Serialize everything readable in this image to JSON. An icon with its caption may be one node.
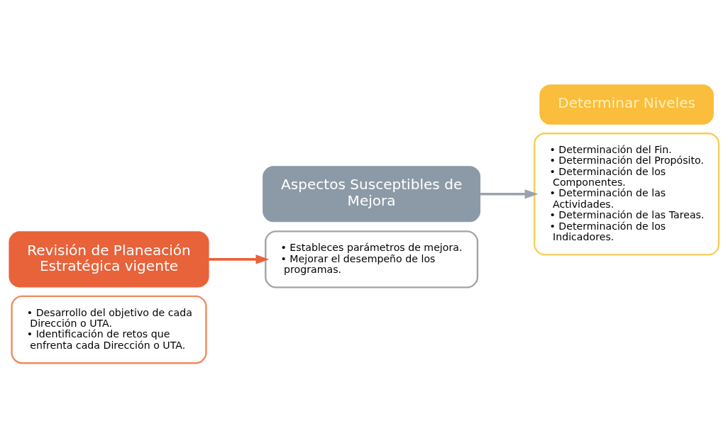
{
  "diagram": {
    "nodes": [
      {
        "text": [
          "• Desarrollo del objetivo de cada Dirección o UTA.",
          "• Identificación de retos que enfrenta cada Dirección o UTA."
        ]
      },
      {
        "text": [
          "Revisión de Planeación Estratégica vigente"
        ]
      },
      {
        "text": [
          "Aspectos Susceptibles de Mejora"
        ]
      },
      {
        "text": [
          "• Estableces parámetros de mejora.",
          "• Mejorar el desempeño de los programas."
        ]
      },
      {
        "text": [
          "• Determinación del Fin.",
          "• Determinación del Propósito.",
          "• Determinación de los Componentes.",
          "• Determinación de las Actividades.",
          "• Determinación de las Tareas.",
          "• Determinación de los Indicadores."
        ]
      },
      {
        "text": [
          "Determinar Niveles"
        ]
      }
    ],
    "edges": [
      {
        "from": 1,
        "to": 3,
        "arrow": "to",
        "color": "#e8623a"
      },
      {
        "from": 2,
        "to": 4,
        "arrow": "to",
        "color": "#9aa3ad"
      }
    ]
  }
}
